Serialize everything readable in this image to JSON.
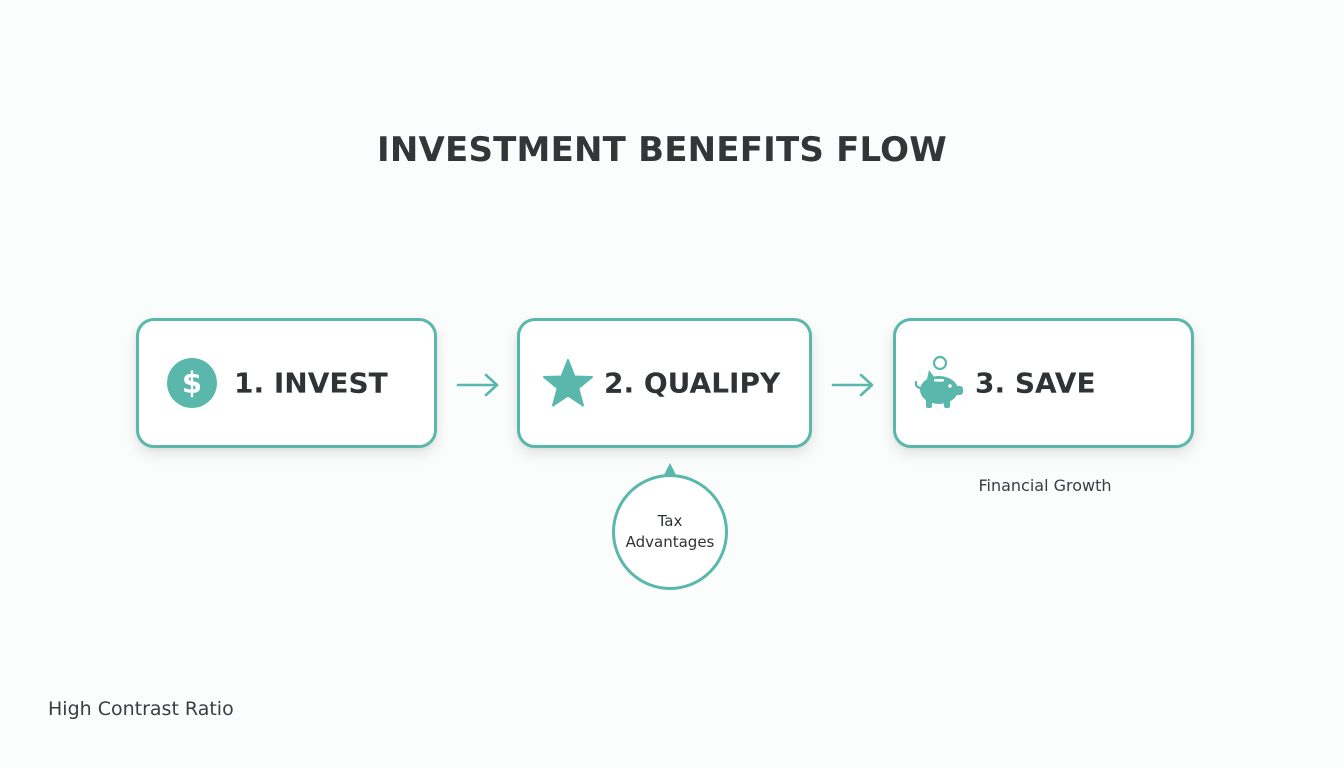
{
  "title": "INVESTMENT BENEFITS FLOW",
  "steps": [
    {
      "label": "1. INVEST",
      "icon": "dollar-circle-icon"
    },
    {
      "label": "2. QUALIPY",
      "icon": "star-icon"
    },
    {
      "label": "3. SAVE",
      "icon": "piggy-bank-icon"
    }
  ],
  "bubble": {
    "line1": "Tax",
    "line2": "Advantages"
  },
  "save_caption": "Financial Growth",
  "footer_note": "High Contrast Ratio",
  "colors": {
    "accent": "#59b8ab",
    "text": "#2f3336",
    "background": "#fbfcfc"
  }
}
